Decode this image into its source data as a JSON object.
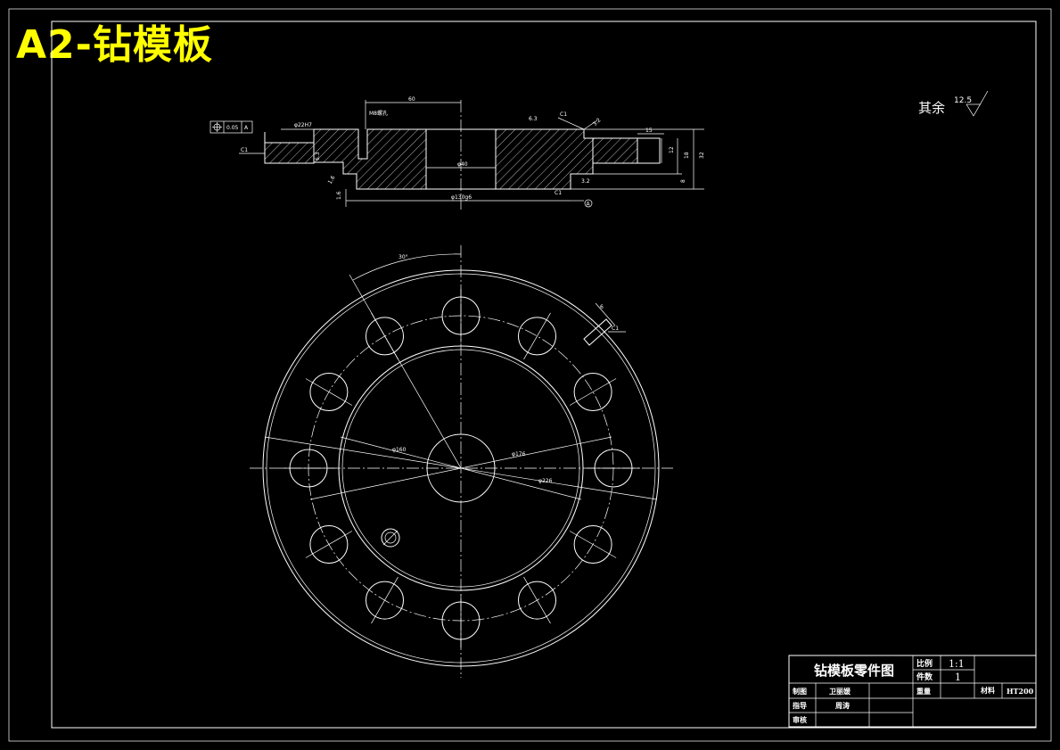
{
  "banner": {
    "title": "A2-钻模板"
  },
  "roughness_note": {
    "label": "其余",
    "value": "12.5"
  },
  "section_view": {
    "dims": {
      "top_width": "60",
      "thread": "M8螺孔",
      "bore_left": "φ22H7",
      "chamfer_left": "C1",
      "rough_left": "6.3",
      "rough_small": "1.6",
      "rough_small2": "1.6",
      "rough_top": "6.3",
      "chamfer_top": "C1",
      "chamfer_bottom": "C1",
      "rough_top2": "3.2",
      "rough_bottom": "3.2",
      "center_bore": "φ40",
      "outer_dia": "φ130g6",
      "step_w": "15",
      "h12": "12",
      "h18": "18",
      "h32": "32",
      "h8": "8",
      "datum": "A"
    },
    "tolerance_frame": {
      "value": "0.05",
      "datum": "A"
    }
  },
  "plan_view": {
    "angle": "30°",
    "dia_inner": "φ160",
    "dia_pitch": "φ176",
    "dia_outer": "φ226",
    "chamfer": "C1",
    "slot_w": "6"
  },
  "title_block": {
    "drawing_name": "钻模板零件图",
    "scale_label": "比例",
    "scale_value": "1:1",
    "qty_label": "件数",
    "qty_value": "1",
    "drawn_label": "制图",
    "drawn_value": "卫丽媛",
    "weight_label": "重量",
    "material_label": "材料",
    "material_value": "HT200",
    "guide_label": "指导",
    "guide_value": "周涛",
    "review_label": "审核"
  }
}
